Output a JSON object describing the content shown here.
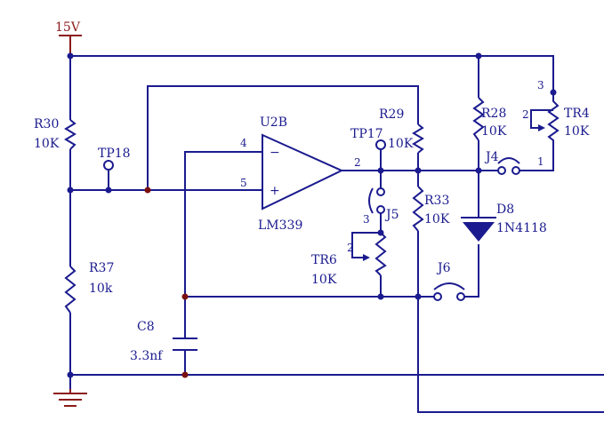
{
  "power": {
    "label": "15V",
    "color": "#8b1a1a"
  },
  "wire_color": "#1b1b8f",
  "opamp": {
    "ref": "U2B",
    "part": "LM339",
    "pin_inv": "4",
    "pin_noninv": "5",
    "pin_out": "2",
    "sign_minus": "−",
    "sign_plus": "+"
  },
  "resistors": {
    "r30": {
      "ref": "R30",
      "value": "10K"
    },
    "r37": {
      "ref": "R37",
      "value": "10k"
    },
    "r29": {
      "ref": "R29",
      "value": "10K"
    },
    "r28": {
      "ref": "R28",
      "value": "10K"
    },
    "r33": {
      "ref": "R33",
      "value": "10K"
    }
  },
  "trimmers": {
    "tr4": {
      "ref": "TR4",
      "value": "10K",
      "pin1": "1",
      "pin2": "2",
      "pin3": "3"
    },
    "tr6": {
      "ref": "TR6",
      "value": "10K",
      "pin2": "2",
      "pin3": "3"
    }
  },
  "testpoints": {
    "tp18": "TP18",
    "tp17": "TP17"
  },
  "jumpers": {
    "j4": "J4",
    "j5": "J5",
    "j6": "J6"
  },
  "diode": {
    "ref": "D8",
    "part": "1N4118"
  },
  "capacitor": {
    "ref": "C8",
    "value": "3.3nf"
  }
}
